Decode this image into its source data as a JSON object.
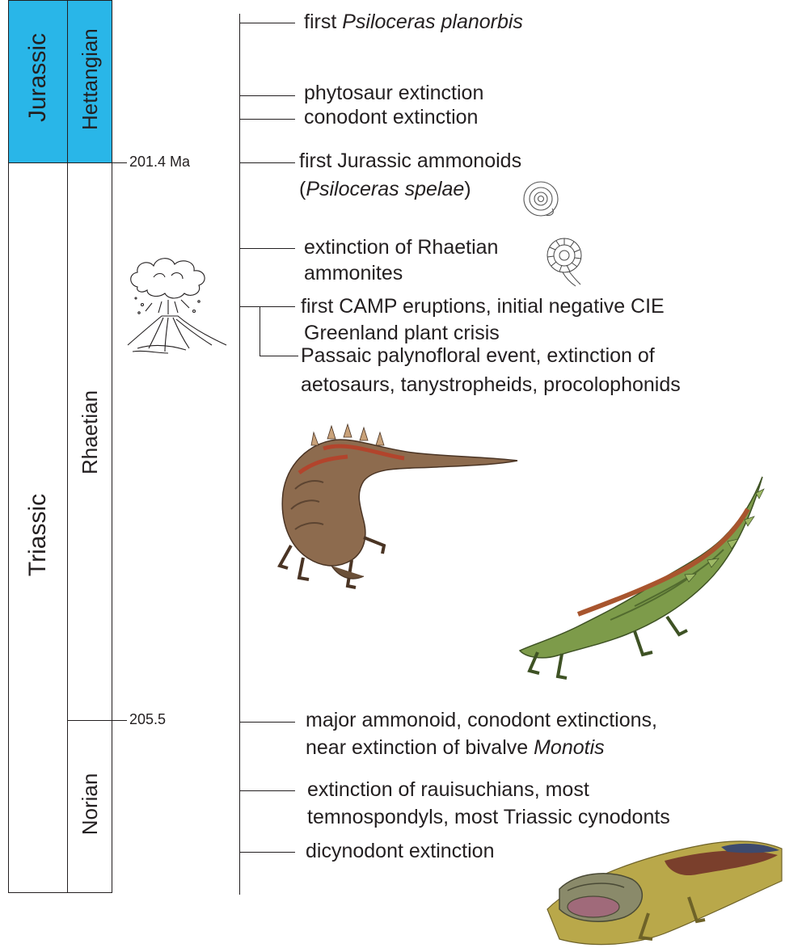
{
  "periods": {
    "jurassic": "Jurassic",
    "triassic": "Triassic"
  },
  "stages": {
    "hettangian": "Hettangian",
    "rhaetian": "Rhaetian",
    "norian": "Norian"
  },
  "ages": {
    "hettangian_base": "201.4 Ma",
    "rhaetian_base": "205.5"
  },
  "events": {
    "e1_pre": "first ",
    "e1_it": "Psiloceras planorbis",
    "e2": "phytosaur extinction",
    "e3": "conodont extinction",
    "e4_l1": "first Jurassic ammonoids",
    "e4_l2_open": "(",
    "e4_l2_it": "Psiloceras spelae",
    "e4_l2_close": ")",
    "e5_l1": "extinction of Rhaetian",
    "e5_l2": "ammonites",
    "e6": "first CAMP eruptions, initial negative CIE",
    "e7": "Greenland plant crisis",
    "e8_l1": "Passaic palynofloral event, extinction of",
    "e8_l2": "aetosaurs, tanystropheids, procolophonids",
    "e9_l1": "major ammonoid, conodont extinctions,",
    "e9_l2_pre": "near extinction of bivalve ",
    "e9_l2_it": "Monotis",
    "e10_l1": "extinction of rauisuchians, most",
    "e10_l2": "temnospondyls, most Triassic cynodonts",
    "e11": "dicynodont extinction"
  },
  "colors": {
    "jurassic_fill": "#29b6e8",
    "line": "#231f20"
  },
  "icons": [
    "volcano-illustration",
    "ammonite-icon",
    "ammonite-icon",
    "aetosaur-illustration",
    "aetosaur-illustration",
    "dicynodont-illustration"
  ]
}
